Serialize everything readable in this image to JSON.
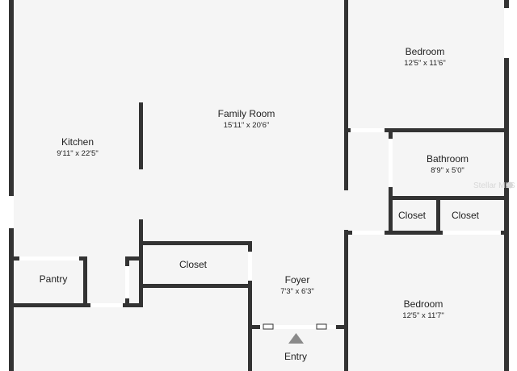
{
  "colors": {
    "wall": "#333333",
    "floor": "#f5f5f5",
    "background": "#ffffff",
    "opening": "#ffffff",
    "window": "#ffffff",
    "entry_marker": "#8a8a8a"
  },
  "rooms": {
    "kitchen": {
      "name": "Kitchen",
      "dimensions": "9'11\" x 22'5\""
    },
    "family": {
      "name": "Family Room",
      "dimensions": "15'11\" x 20'6\""
    },
    "bedroom_top": {
      "name": "Bedroom",
      "dimensions": "12'5\" x 11'6\""
    },
    "bathroom": {
      "name": "Bathroom",
      "dimensions": "8'9\" x 5'0\""
    },
    "closet_1": {
      "name": "Closet"
    },
    "closet_2": {
      "name": "Closet"
    },
    "closet_3": {
      "name": "Closet"
    },
    "pantry": {
      "name": "Pantry"
    },
    "foyer": {
      "name": "Foyer",
      "dimensions": "7'3\" x 6'3\""
    },
    "bedroom_bottom": {
      "name": "Bedroom",
      "dimensions": "12'5\" x 11'7\""
    },
    "entry": {
      "name": "Entry"
    }
  },
  "watermark": {
    "text": "Stellar MLS",
    "icon": "sun-logo-icon"
  },
  "icons": {
    "entry_marker": "triangle-up-icon"
  }
}
